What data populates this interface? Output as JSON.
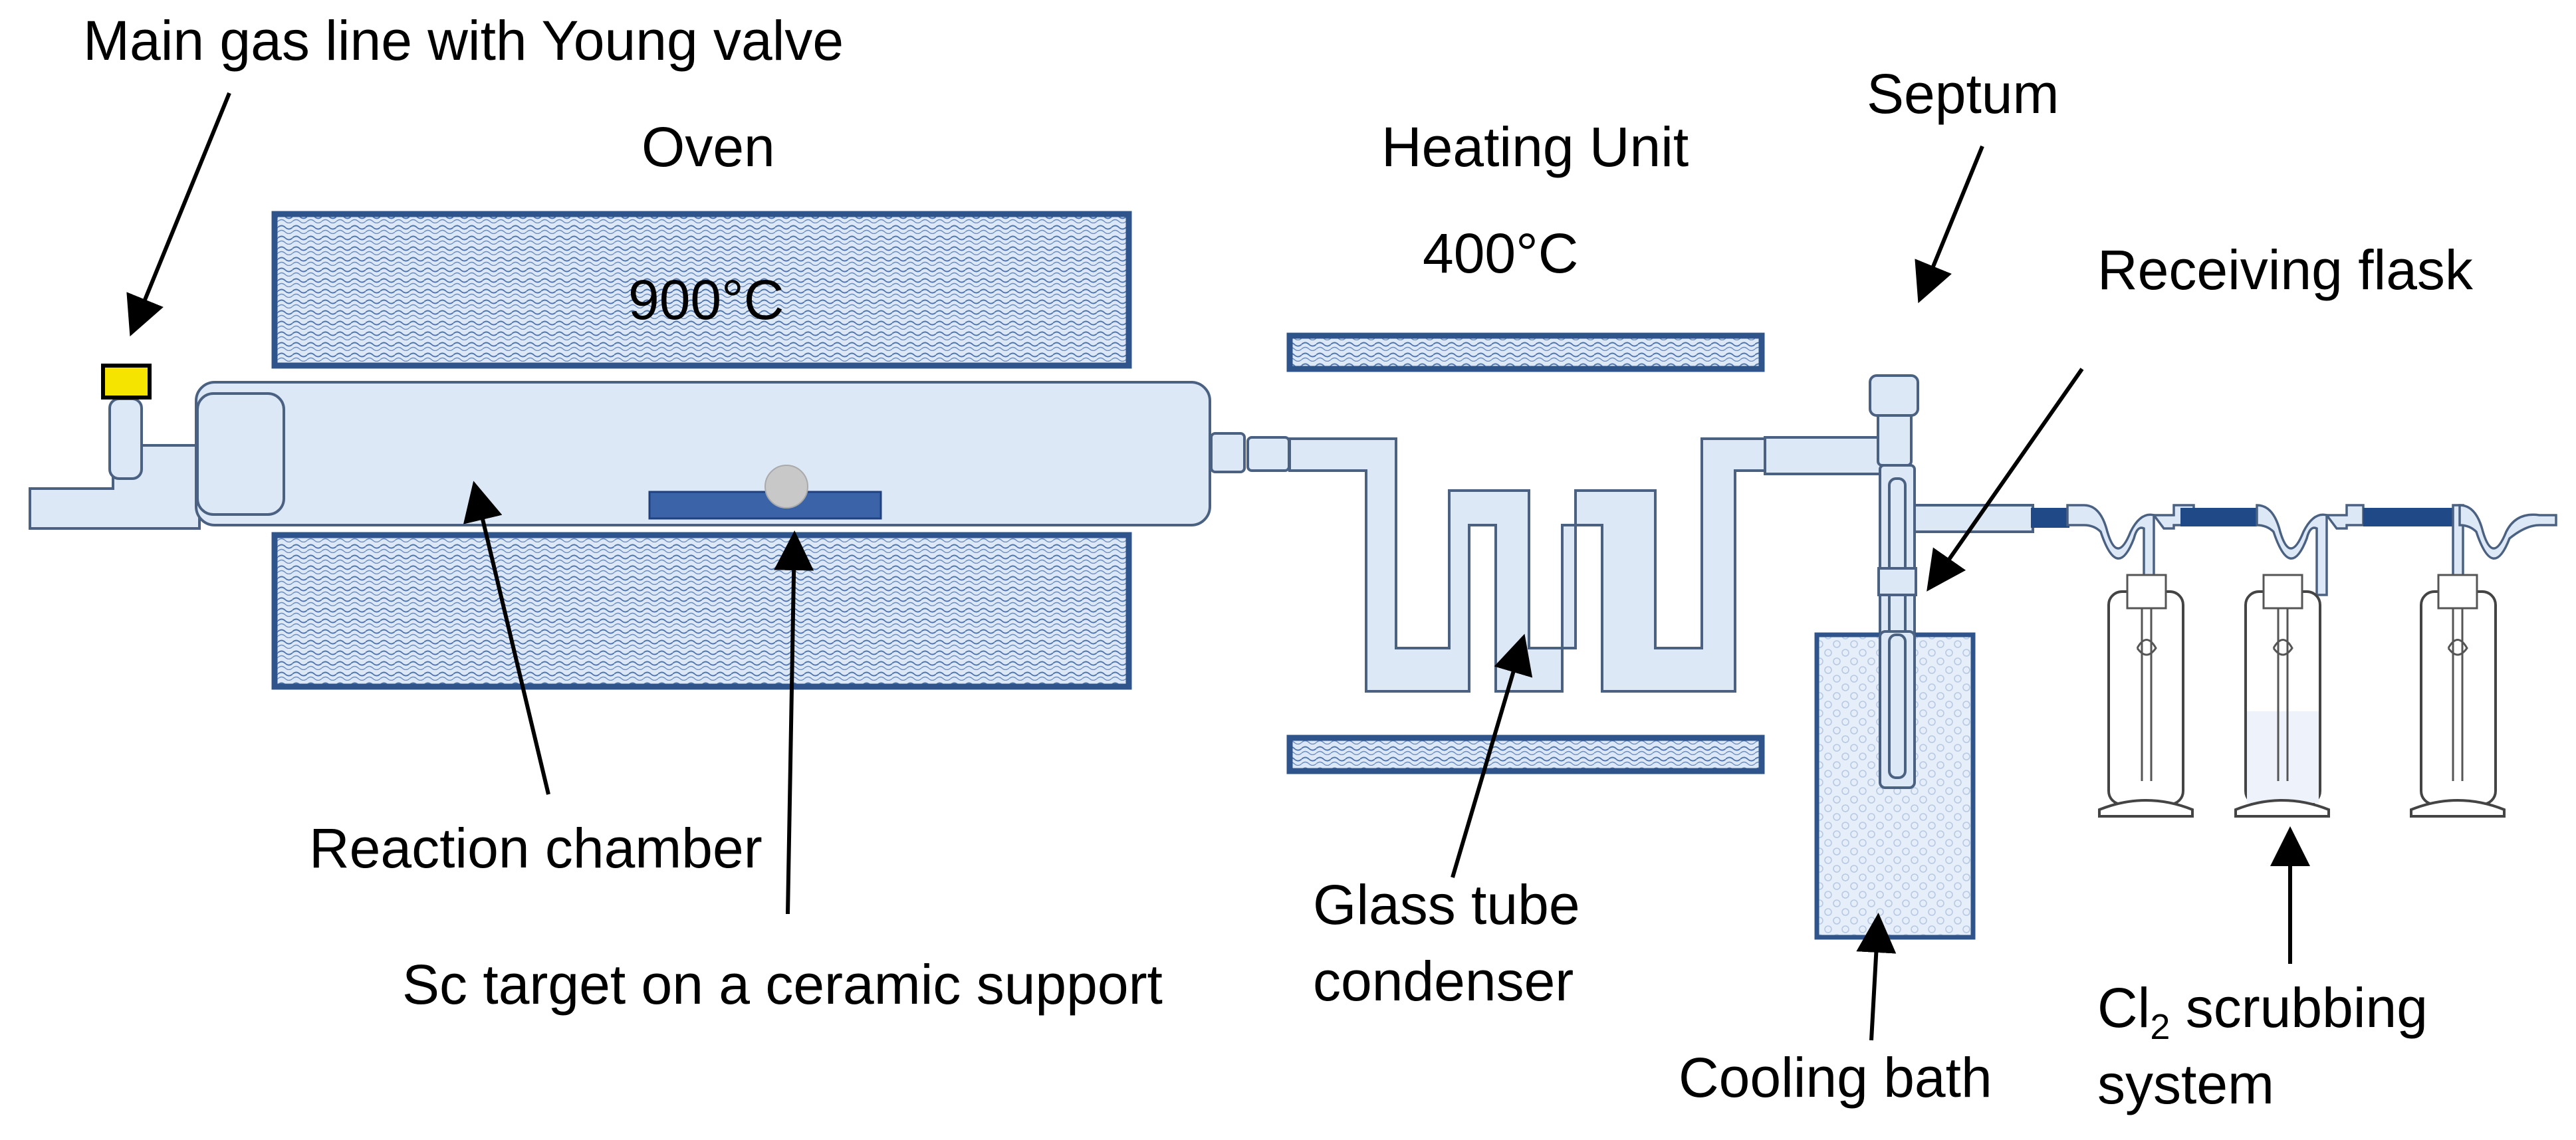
{
  "labels": {
    "main_gas_line": "Main gas line with Young valve",
    "oven": "Oven",
    "oven_temp": "900°C",
    "heating_unit": "Heating Unit",
    "heating_temp": "400°C",
    "septum": "Septum",
    "receiving_flask": "Receiving flask",
    "reaction_chamber": "Reaction chamber",
    "sc_target": "Sc target on a ceramic support",
    "condenser_line1": "Glass tube",
    "condenser_line2": "condenser",
    "cooling_bath": "Cooling bath",
    "scrubbing_cl": "Cl",
    "scrubbing_sub": "2",
    "scrubbing_rest": " scrubbing",
    "scrubbing_line2": "system"
  },
  "colors": {
    "glass_fill": "#dde8f6",
    "glass_stroke": "#4a6182",
    "heater_border": "#2f548c",
    "target_blue": "#3b64a8",
    "valve_yellow": "#f5e400",
    "tube_connector": "#1f4a87"
  }
}
